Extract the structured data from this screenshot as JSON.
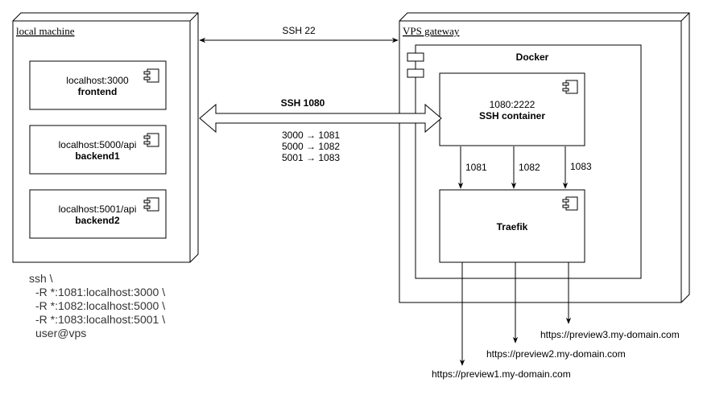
{
  "nodes": {
    "local_machine": {
      "title": "local machine"
    },
    "frontend": {
      "address": "localhost:3000",
      "name": "frontend"
    },
    "backend1": {
      "address": "localhost:5000/api",
      "name": "backend1"
    },
    "backend2": {
      "address": "localhost:5001/api",
      "name": "backend2"
    },
    "vps": {
      "title": "VPS gateway"
    },
    "docker": {
      "title": "Docker"
    },
    "ssh_container": {
      "ports": "1080:2222",
      "name": "SSH container"
    },
    "traefik": {
      "name": "Traefik"
    }
  },
  "edges": {
    "ssh22": "SSH 22",
    "ssh1080": "SSH 1080",
    "forwards": [
      "3000 → 1081",
      "5000 → 1082",
      "5001 → 1083"
    ],
    "ports": [
      "1081",
      "1082",
      "1083"
    ],
    "urls": [
      "https://preview1.my-domain.com",
      "https://preview2.my-domain.com",
      "https://preview3.my-domain.com"
    ]
  },
  "command": [
    "ssh \\",
    "-R *:1081:localhost:3000 \\",
    "-R *:1082:localhost:5000 \\",
    "-R *:1083:localhost:5001 \\",
    "user@vps"
  ],
  "colors": {
    "stroke": "#000000",
    "fill": "#ffffff",
    "command_text": "#333333"
  }
}
